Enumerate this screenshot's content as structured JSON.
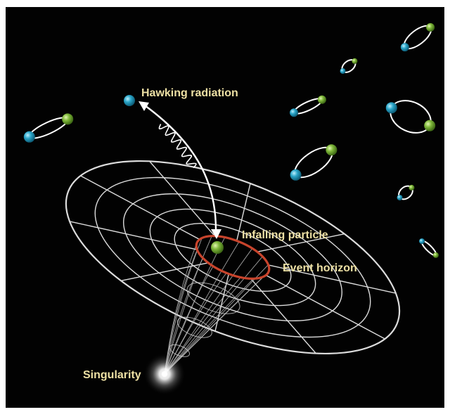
{
  "labels": {
    "hawking_radiation": "Hawking radiation",
    "infalling_particle": "Infalling particle",
    "event_horizon": "Event horizon",
    "singularity": "Singularity"
  },
  "colors": {
    "background": "#020202",
    "grid_line": "#dcdcdc",
    "event_horizon": "#c8442c",
    "label_text": "#ede0a4",
    "particle_blue": "#2aa6c9",
    "particle_green": "#7fb83a",
    "orbit": "#ffffff"
  },
  "icons": {
    "particle_pair": "particle-pair-orbit",
    "radiation_wave": "wavy-arrow",
    "singularity_glow": "glow-point"
  }
}
